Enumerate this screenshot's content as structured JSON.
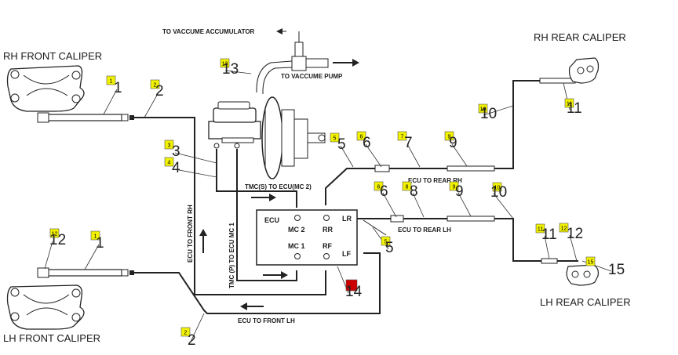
{
  "labels": {
    "rh_front_caliper": "RH FRONT CALIPER",
    "lh_front_caliper": "LH FRONT CALIPER",
    "rh_rear_caliper": "RH REAR CALIPER",
    "lh_rear_caliper": "LH REAR CALIPER",
    "to_vac_accumulator": "TO VACCUME ACCUMULATOR",
    "to_vac_pump": "TO VACCUME PUMP",
    "tmc_s": "TMC(S) TO ECU(MC 2)",
    "tmc_p": "TMC (P) TO ECU MC 1",
    "ecu_front_rh": "ECU TO FRONT RH",
    "ecu_front_lh": "ECU TO FRONT LH",
    "ecu_rear_rh": "ECU TO REAR RH",
    "ecu_rear_lh": "ECU TO REAR LH"
  },
  "ecu": {
    "title": "ECU",
    "mc2": "MC 2",
    "mc1": "MC 1",
    "rr": "RR",
    "rf": "RF",
    "lr": "LR",
    "lf": "LF"
  },
  "callouts": [
    {
      "id": "c1a",
      "tag": "1",
      "num": "1"
    },
    {
      "id": "c2a",
      "tag": "2",
      "num": "2"
    },
    {
      "id": "c3",
      "tag": "3",
      "num": "3"
    },
    {
      "id": "c4",
      "tag": "4",
      "num": "4"
    },
    {
      "id": "c5a",
      "tag": "5",
      "num": "5"
    },
    {
      "id": "c6a",
      "tag": "6",
      "num": "6"
    },
    {
      "id": "c7",
      "tag": "7",
      "num": "7"
    },
    {
      "id": "c9a",
      "tag": "9",
      "num": "9"
    },
    {
      "id": "c10a",
      "tag": "10",
      "num": "10"
    },
    {
      "id": "c11a",
      "tag": "11",
      "num": "11"
    },
    {
      "id": "c13",
      "tag": "13",
      "num": "13"
    },
    {
      "id": "c6b",
      "tag": "6",
      "num": "6"
    },
    {
      "id": "c8",
      "tag": "8",
      "num": "8"
    },
    {
      "id": "c9b",
      "tag": "9",
      "num": "9"
    },
    {
      "id": "c10b",
      "tag": "10",
      "num": "10"
    },
    {
      "id": "c5b",
      "tag": "5",
      "num": "5"
    },
    {
      "id": "c14",
      "tag": "",
      "num": "14"
    },
    {
      "id": "c12a",
      "tag": "12",
      "num": "12"
    },
    {
      "id": "c1b",
      "tag": "1",
      "num": "1"
    },
    {
      "id": "c11b",
      "tag": "11",
      "num": "11"
    },
    {
      "id": "c12b",
      "tag": "12",
      "num": "12"
    },
    {
      "id": "c15",
      "tag": "15",
      "num": "15"
    },
    {
      "id": "c2b",
      "tag": "2",
      "num": "2"
    }
  ],
  "colors": {
    "tag_fill": "#f2f200",
    "tag_red": "#cc0000",
    "line": "#222222"
  }
}
